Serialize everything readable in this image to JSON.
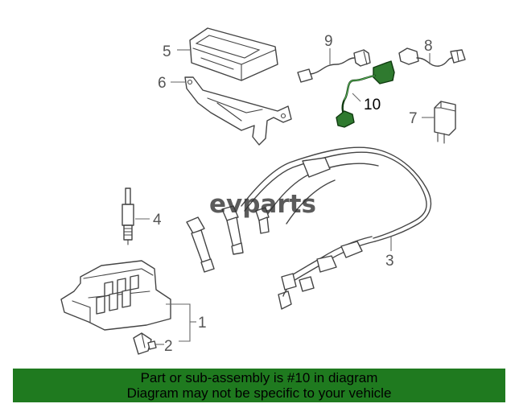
{
  "watermark": "evparts",
  "callouts": {
    "p1": "1",
    "p2": "2",
    "p3": "3",
    "p4": "4",
    "p5": "5",
    "p6": "6",
    "p7": "7",
    "p8": "8",
    "p9": "9",
    "p10": "10"
  },
  "highlighted_part": "10",
  "colors": {
    "highlight": "#2f7a2f",
    "banner": "#1f7a1f"
  },
  "banner": {
    "line1": "Part or sub-assembly is #10 in diagram",
    "line2": "Diagram may not be specific to your vehicle"
  }
}
